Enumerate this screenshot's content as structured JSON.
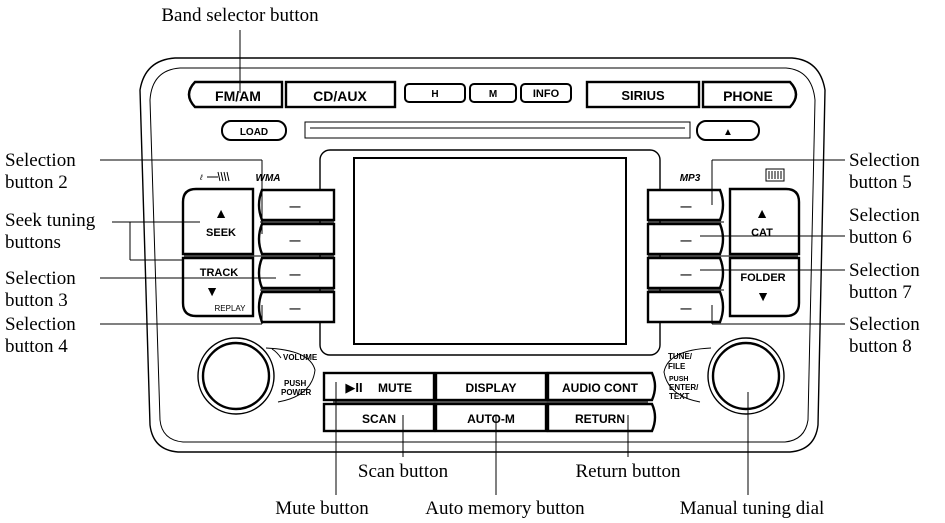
{
  "callouts": {
    "band_selector": "Band selector button",
    "selection_2": [
      "Selection",
      "button 2"
    ],
    "seek_tuning": [
      "Seek tuning",
      "buttons"
    ],
    "selection_3": [
      "Selection",
      "button 3"
    ],
    "selection_4": [
      "Selection",
      "button 4"
    ],
    "selection_5": [
      "Selection",
      "button 5"
    ],
    "selection_6": [
      "Selection",
      "button 6"
    ],
    "selection_7": [
      "Selection",
      "button 7"
    ],
    "selection_8": [
      "Selection",
      "button 8"
    ],
    "scan": "Scan button",
    "return": "Return button",
    "mute": "Mute button",
    "auto_memory": "Auto memory button",
    "manual_tuning": "Manual tuning dial"
  },
  "top_row": {
    "fm_am": "FM/AM",
    "cd_aux": "CD/AUX",
    "h": "H",
    "m": "M",
    "info": "INFO",
    "sirius": "SIRIUS",
    "phone": "PHONE"
  },
  "slot_row": {
    "load": "LOAD",
    "eject": "▲"
  },
  "left_cluster": {
    "logo": "WMA",
    "seek": "SEEK",
    "track": "TRACK",
    "replay": "REPLAY",
    "up_arrow": "▲",
    "down_arrow": "▼",
    "dash": "—"
  },
  "right_cluster": {
    "logo": "MP3",
    "cat": "CAT",
    "folder": "FOLDER",
    "up_arrow": "▲",
    "down_arrow": "▼",
    "dash": "—"
  },
  "volume_knob": {
    "volume": "VOLUME",
    "push": "PUSH",
    "power": "POWER"
  },
  "tune_knob": {
    "tune": "TUNE/",
    "file": "FILE",
    "push": "PUSH",
    "enter": "ENTER/",
    "text": "TEXT"
  },
  "bottom_row": {
    "play_pause": "▶II",
    "mute": "MUTE",
    "display": "DISPLAY",
    "audio_cont": "AUDIO CONT",
    "scan": "SCAN",
    "auto_m": "AUTO-M",
    "return": "RETURN"
  }
}
